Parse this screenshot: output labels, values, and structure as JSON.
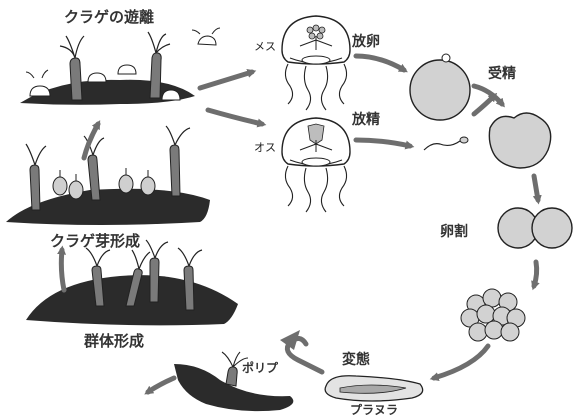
{
  "labels": {
    "medusa_release": "クラゲの遊離",
    "female": "メス",
    "male": "オス",
    "egg_release": "放卵",
    "sperm_release": "放精",
    "fertilization": "受精",
    "cleavage": "卵割",
    "metamorphosis": "変態",
    "planula": "プラヌラ",
    "polyp": "ポリプ",
    "colony_formation": "群体形成",
    "medusa_bud_formation": "クラゲ芽形成"
  },
  "colors": {
    "arrow": "#6e6e6e",
    "ground": "#2b2b2b",
    "stalk": "#7a7a7a",
    "cell_fill": "#d2d2d2",
    "outline": "#222222"
  }
}
